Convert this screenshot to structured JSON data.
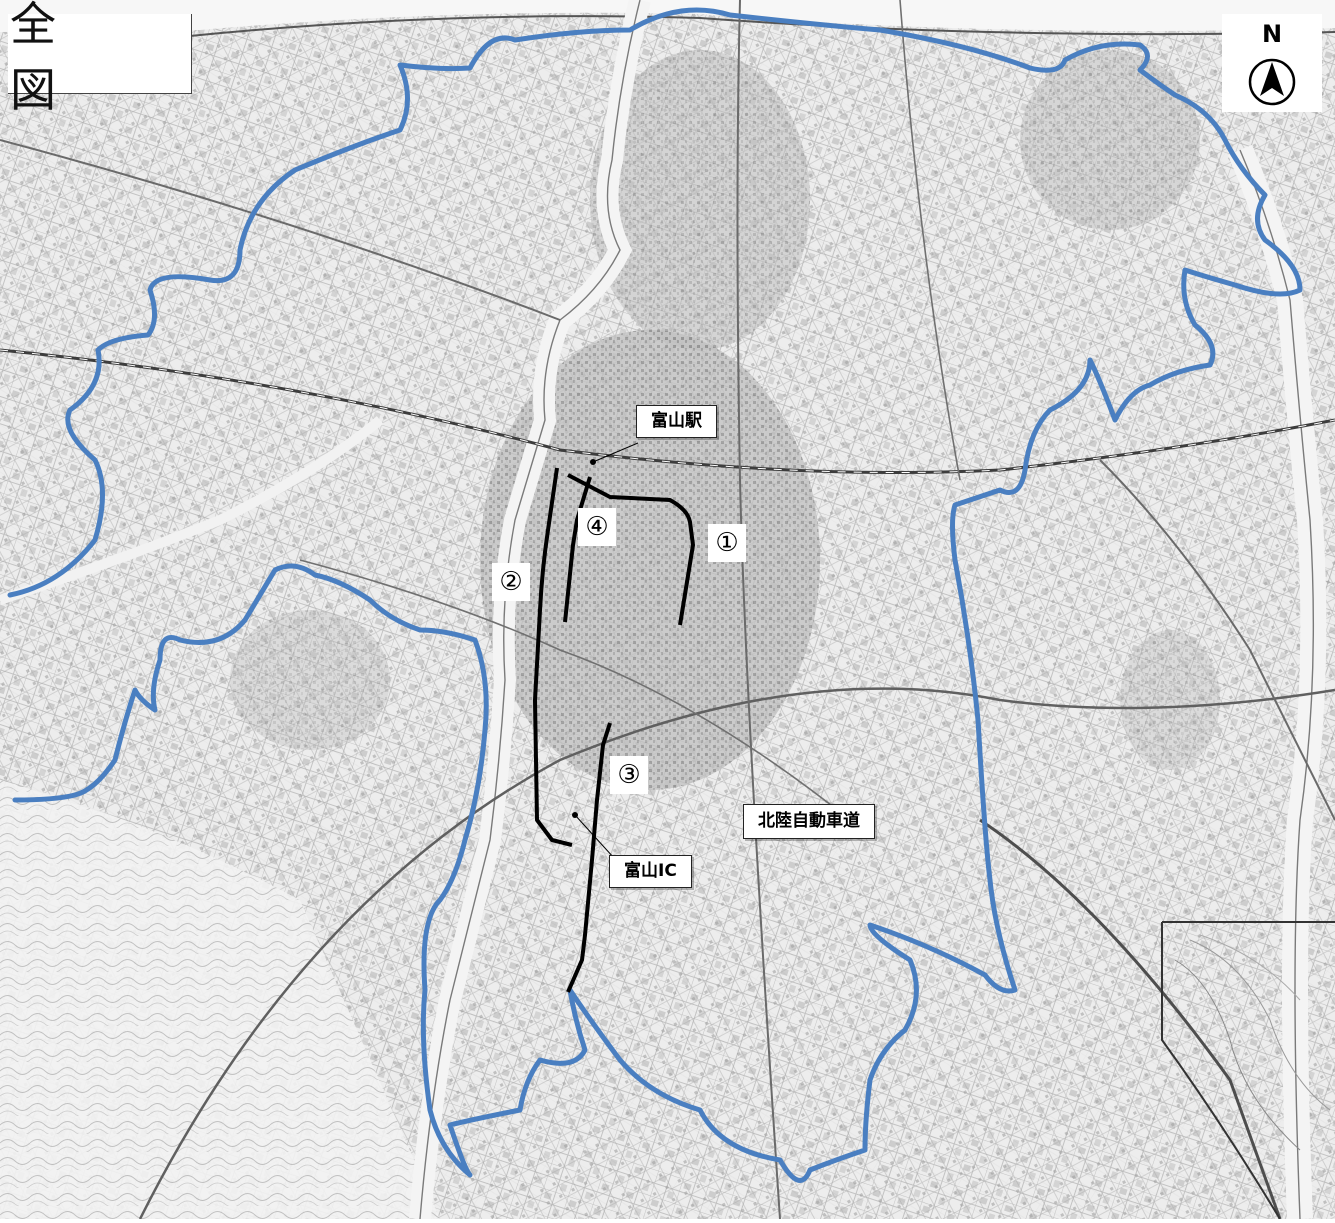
{
  "map": {
    "title": "全　図",
    "north": "N",
    "boundary_color": "#4a7fc1",
    "route_color": "#000000",
    "labels": {
      "toyama_station": "富山駅",
      "toyama_ic": "富山IC",
      "expressway": "北陸自動車道"
    },
    "route_numbers": {
      "r1": "①",
      "r2": "②",
      "r3": "③",
      "r4": "④"
    }
  }
}
